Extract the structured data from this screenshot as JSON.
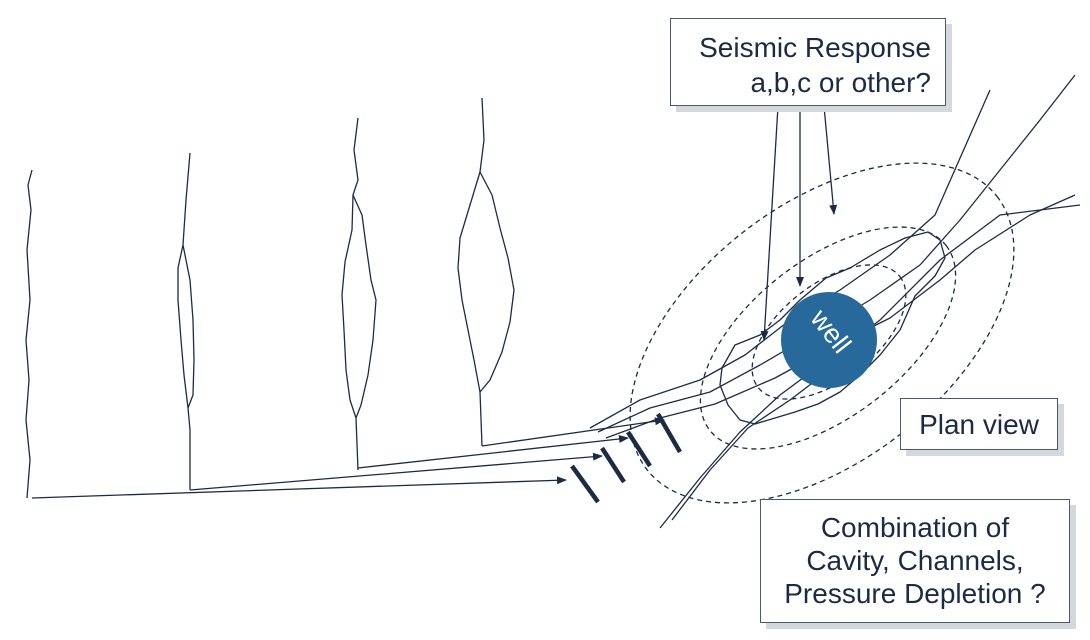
{
  "callouts": {
    "seismic": {
      "line1": "Seismic Response",
      "line2": "a,b,c or other?"
    },
    "plan_view": "Plan view",
    "combination": {
      "line1": "Combination of",
      "line2": "Cavity, Channels,",
      "line3": "Pressure Depletion ?"
    }
  },
  "well": {
    "label": "well",
    "color": "#27699a"
  },
  "colors": {
    "line": "#1c2b45",
    "box_shadow": "#d4d8dd"
  }
}
